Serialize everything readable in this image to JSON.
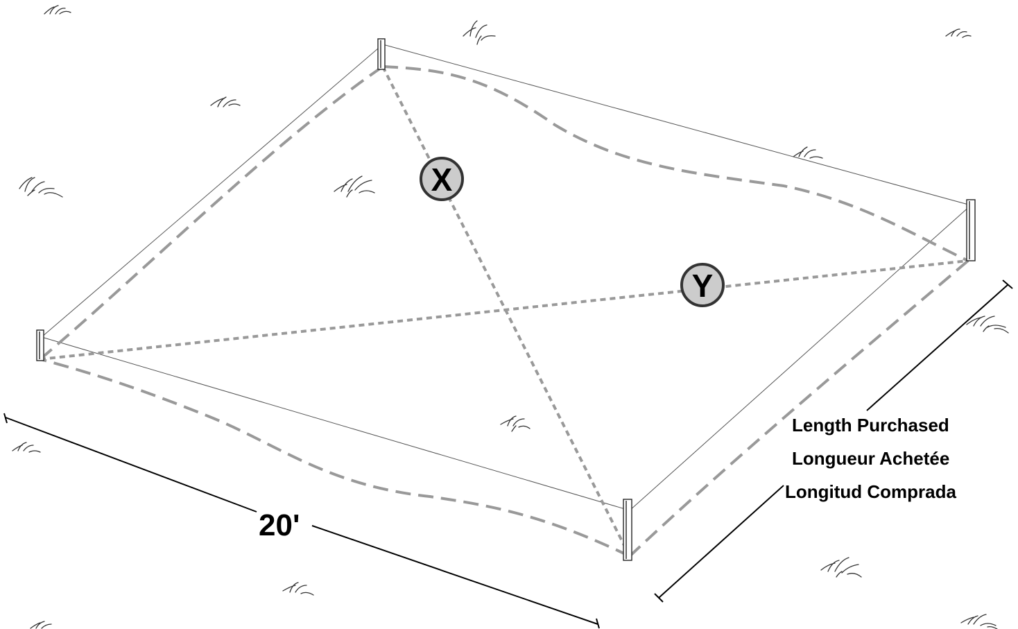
{
  "diagram": {
    "width_label": "20'",
    "length_label_en": "Length Purchased",
    "length_label_fr": "Longueur Achetée",
    "length_label_es": "Longitud Comprada",
    "diagonal_x_label": "X",
    "diagonal_y_label": "Y"
  },
  "colors": {
    "line": "#000000",
    "dashed": "#999999",
    "marker_fill": "#cccccc",
    "grass": "#333333"
  }
}
